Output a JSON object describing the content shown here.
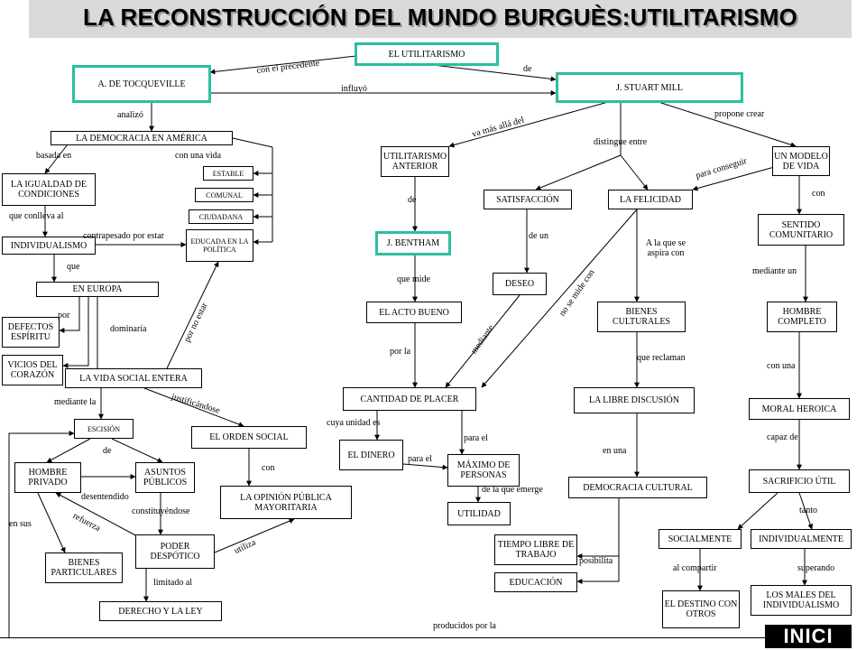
{
  "title": "LA RECONSTRUCCIÓN DEL MUNDO BURGUÈS:UTILITARISMO",
  "nodes": {
    "utilitarismo": "EL UTILITARISMO",
    "tocqueville": "A. DE TOCQUEVILLE",
    "stuart_mill": "J. STUART  MILL",
    "democracia_america": "LA DEMOCRACIA EN  AMÉRICA",
    "igualdad": "LA IGUALDAD DE CONDICIONES",
    "estable": "ESTABLE",
    "comunal": "COMUNAL",
    "ciudadana": "CIUDADANA",
    "educada": "EDUCADA EN LA POLÍTICA",
    "individualismo": "INDIVIDUALISMO",
    "en_europa": "EN EUROPA",
    "defectos": "DEFECTOS ESPÍRITU",
    "vicios": "VICIOS DEL CORAZÓN",
    "vida_social": "LA VIDA SOCIAL ENTERA",
    "escision": "ESCISIÓN",
    "orden_social": "EL  ORDEN SOCIAL",
    "hombre_privado": "HOMBRE PRIVADO",
    "asuntos_publicos": "ASUNTOS PÚBLICOS",
    "opinion_publica": "LA OPINIÓN PÚBLICA MAYORITARIA",
    "bienes_particulares": "BIENES PARTICULARES",
    "poder_despotico": "PODER DESPÓTICO",
    "derecho_ley": "DERECHO  Y LA LEY",
    "util_anterior": "UTILITARISMO ANTERIOR",
    "satisfaccion": "SATISFACCIÓN",
    "felicidad": "LA FELICIDAD",
    "modelo_vida": "UN MODELO DE VIDA",
    "bentham": "J. BENTHAM",
    "deseo": "DESEO",
    "sentido_comunitario": "SENTIDO COMUNITARIO",
    "acto_bueno": "EL  ACTO BUENO",
    "bienes_culturales": "BIENES CULTURALES",
    "hombre_completo": "HOMBRE COMPLETO",
    "cantidad_placer": "CANTIDAD DE PLACER",
    "libre_discusion": "LA LIBRE DISCUSIÓN",
    "moral_heroica": "MORAL HEROICA",
    "el_dinero": "EL  DINERO",
    "maximo_personas": "MÁXIMO DE PERSONAS",
    "democracia_cultural": "DEMOCRACIA CULTURAL",
    "sacrificio_util": "SACRIFICIO ÚTIL",
    "utilidad": "UTILIDAD",
    "tiempo_libre": "TIEMPO LIBRE DE TRABAJO",
    "educacion": "EDUCACIÓN",
    "socialmente": "SOCIALMENTE",
    "individualmente": "INDIVIDUALMENTE",
    "destino_otros": "EL DESTINO CON OTROS",
    "males_individualismo": "LOS MALES DEL INDIVIDUALISMO"
  },
  "labels": {
    "con_el_precedente": "con el precedente",
    "de_top": "de",
    "influyo": "influyó",
    "analizo": "analizó",
    "basada_en": "basada en",
    "con_una_vida": "con una vida",
    "que_conlleva_al": "que conlleva al",
    "contrapesado_por_estar": "contrapesado por estar",
    "que": "que",
    "por": "por",
    "dominaria": "dominaría",
    "por_no_estar": "por no estar",
    "mediante_la": "mediante la",
    "justificandose": "justificándose",
    "de_escision": "de",
    "desentendido": "desentendido",
    "en_sus": "en sus",
    "refuerza": "refuerza",
    "constituyendose": "constituyéndose",
    "con_opinion": "con",
    "utiliza": "utiliza",
    "limitado_al": "limitado  al",
    "producidos_por_la": "producidos por la",
    "va_mas_alla_del": "va más allá del",
    "distingue_entre": "distingue entre",
    "propone_crear": "propone crear",
    "para_conseguir": "para conseguir",
    "de_bentham": "de",
    "de_un": "de un",
    "con_sentido": "con",
    "a_la_que_se_aspira_con": "A la que se aspira con",
    "no_se_mide_con": "no se mide con",
    "mediante_un": "mediante  un",
    "que_mide": "que mide",
    "mediante_diag": "mediante",
    "por_la": "por la",
    "que_reclaman": "que reclaman",
    "con_una": "con una",
    "cuya_unidad_es": "cuya unidad es",
    "para_el_1": "para el",
    "para_el_2": "para el",
    "de_la_que_emerge": "de la que emerge",
    "en_una": "en una",
    "capaz_de": "capaz de",
    "tanto": "tanto",
    "posibilita": "posibilita",
    "al_compartir": "al compartir",
    "superando": "superando"
  },
  "button": {
    "inicio": "INICI"
  },
  "colors": {
    "highlight": "#2bbfa0",
    "title_bar": "#d9d9d9"
  }
}
